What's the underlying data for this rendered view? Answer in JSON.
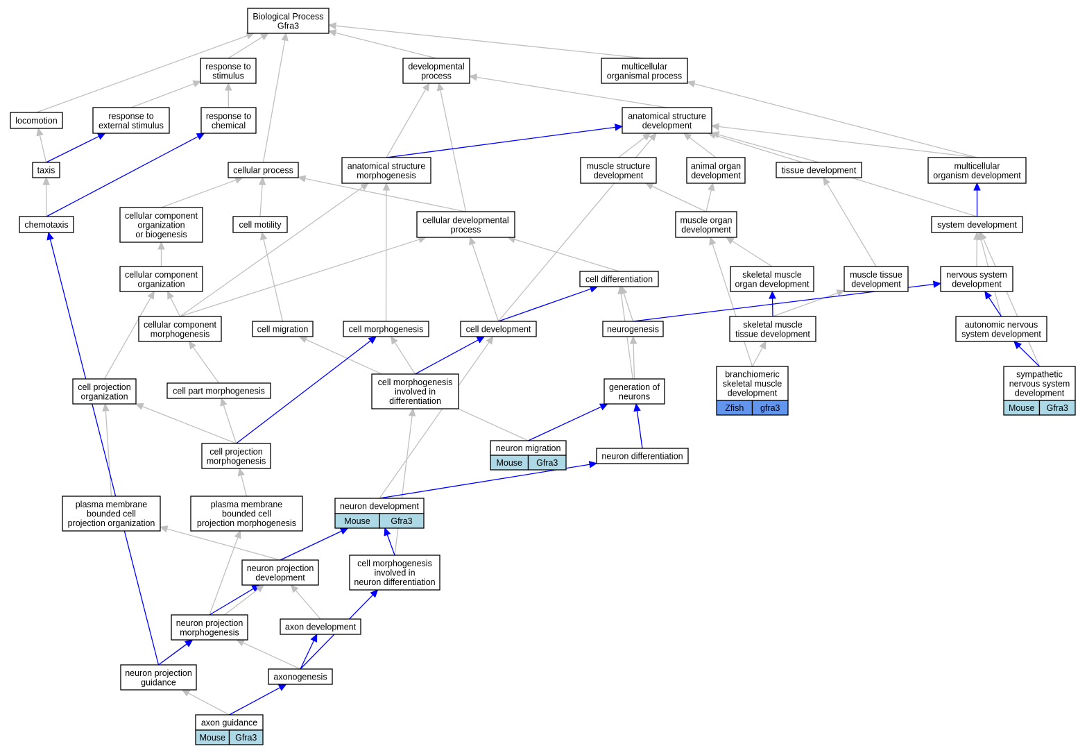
{
  "graph": {
    "colors": {
      "is_a": "#c0c0c0",
      "part_of": "#0000ff",
      "mouse_badge": "#add8e6",
      "zfish_badge": "#6495ed"
    },
    "nodes": {
      "bp": {
        "lines": [
          "Biological Process",
          "Gfra3"
        ]
      },
      "resp_stim": {
        "lines": [
          "response to",
          "stimulus"
        ]
      },
      "dev_proc": {
        "lines": [
          "developmental",
          "process"
        ]
      },
      "multi_org_proc": {
        "lines": [
          "multicellular",
          "organismal process"
        ]
      },
      "locomotion": {
        "lines": [
          "locomotion"
        ]
      },
      "resp_ext": {
        "lines": [
          "response to",
          "external stimulus"
        ]
      },
      "resp_chem": {
        "lines": [
          "response to",
          "chemical"
        ]
      },
      "anat_dev": {
        "lines": [
          "anatomical structure",
          "development"
        ]
      },
      "taxis": {
        "lines": [
          "taxis"
        ]
      },
      "cell_proc": {
        "lines": [
          "cellular process"
        ]
      },
      "anat_morph": {
        "lines": [
          "anatomical structure",
          "morphogenesis"
        ]
      },
      "musc_struct": {
        "lines": [
          "muscle structure",
          "development"
        ]
      },
      "animal_organ": {
        "lines": [
          "animal organ",
          "development"
        ]
      },
      "tissue_dev": {
        "lines": [
          "tissue development"
        ]
      },
      "multi_org_dev": {
        "lines": [
          "multicellular",
          "organism development"
        ]
      },
      "chemotaxis": {
        "lines": [
          "chemotaxis"
        ]
      },
      "cc_org_bio": {
        "lines": [
          "cellular component",
          "organization",
          "or biogenesis"
        ]
      },
      "cell_motility": {
        "lines": [
          "cell motility"
        ]
      },
      "cell_dev_proc": {
        "lines": [
          "cellular developmental",
          "process"
        ]
      },
      "muscle_organ": {
        "lines": [
          "muscle organ",
          "development"
        ]
      },
      "system_dev": {
        "lines": [
          "system development"
        ]
      },
      "cc_org": {
        "lines": [
          "cellular component",
          "organization"
        ]
      },
      "cell_diff": {
        "lines": [
          "cell differentiation"
        ]
      },
      "skel_organ": {
        "lines": [
          "skeletal muscle",
          "organ development"
        ]
      },
      "musc_tissue": {
        "lines": [
          "muscle tissue",
          "development"
        ]
      },
      "nerv_sys": {
        "lines": [
          "nervous system",
          "development"
        ]
      },
      "cc_morph": {
        "lines": [
          "cellular component",
          "morphogenesis"
        ]
      },
      "cell_migration": {
        "lines": [
          "cell migration"
        ]
      },
      "cell_morph": {
        "lines": [
          "cell morphogenesis"
        ]
      },
      "cell_development": {
        "lines": [
          "cell development"
        ]
      },
      "neurogenesis": {
        "lines": [
          "neurogenesis"
        ]
      },
      "skel_tissue": {
        "lines": [
          "skeletal muscle",
          "tissue development"
        ]
      },
      "auto_nerv": {
        "lines": [
          "autonomic nervous",
          "system development"
        ]
      },
      "cell_morph_diff": {
        "lines": [
          "cell morphogenesis",
          "involved in",
          "differentiation"
        ]
      },
      "branchio": {
        "lines": [
          "branchiomeric",
          "skeletal muscle",
          "development"
        ],
        "badges": [
          "Zfish",
          "gfra3"
        ]
      },
      "symp_nerv": {
        "lines": [
          "sympathetic",
          "nervous system",
          "development"
        ],
        "badges": [
          "Mouse",
          "Gfra3"
        ]
      },
      "cell_proj_org": {
        "lines": [
          "cell projection",
          "organization"
        ]
      },
      "cell_part_morph": {
        "lines": [
          "cell part morphogenesis"
        ]
      },
      "gen_neurons": {
        "lines": [
          "generation of",
          "neurons"
        ]
      },
      "cell_proj_morph": {
        "lines": [
          "cell projection",
          "morphogenesis"
        ]
      },
      "neuron_migration": {
        "lines": [
          "neuron migration"
        ],
        "badges": [
          "Mouse",
          "Gfra3"
        ]
      },
      "neuron_diff": {
        "lines": [
          "neuron differentiation"
        ]
      },
      "pm_proj_org": {
        "lines": [
          "plasma membrane",
          "bounded cell",
          "projection organization"
        ]
      },
      "pm_proj_morph": {
        "lines": [
          "plasma membrane",
          "bounded cell",
          "projection morphogenesis"
        ]
      },
      "neuron_dev": {
        "lines": [
          "neuron development"
        ],
        "badges": [
          "Mouse",
          "Gfra3"
        ]
      },
      "neuron_proj_dev": {
        "lines": [
          "neuron projection",
          "development"
        ]
      },
      "cell_morph_neuron_diff": {
        "lines": [
          "cell morphogenesis",
          "involved in",
          "neuron differentiation"
        ]
      },
      "neuron_proj_morph": {
        "lines": [
          "neuron projection",
          "morphogenesis"
        ]
      },
      "axon_dev": {
        "lines": [
          "axon development"
        ]
      },
      "neuron_proj_guid": {
        "lines": [
          "neuron projection",
          "guidance"
        ]
      },
      "axonogenesis": {
        "lines": [
          "axonogenesis"
        ]
      },
      "axon_guidance": {
        "lines": [
          "axon guidance"
        ],
        "badges": [
          "Mouse",
          "Gfra3"
        ]
      }
    },
    "edges": [
      {
        "from": "resp_stim",
        "to": "bp",
        "kind": "is_a"
      },
      {
        "from": "dev_proc",
        "to": "bp",
        "kind": "is_a"
      },
      {
        "from": "multi_org_proc",
        "to": "bp",
        "kind": "is_a"
      },
      {
        "from": "locomotion",
        "to": "bp",
        "kind": "is_a"
      },
      {
        "from": "cell_proc",
        "to": "bp",
        "kind": "is_a"
      },
      {
        "from": "resp_ext",
        "to": "resp_stim",
        "kind": "is_a"
      },
      {
        "from": "resp_chem",
        "to": "resp_stim",
        "kind": "is_a"
      },
      {
        "from": "anat_dev",
        "to": "dev_proc",
        "kind": "is_a"
      },
      {
        "from": "anat_morph",
        "to": "dev_proc",
        "kind": "is_a"
      },
      {
        "from": "cell_dev_proc",
        "to": "dev_proc",
        "kind": "is_a"
      },
      {
        "from": "multi_org_dev",
        "to": "multi_org_proc",
        "kind": "is_a"
      },
      {
        "from": "taxis",
        "to": "locomotion",
        "kind": "is_a"
      },
      {
        "from": "taxis",
        "to": "resp_ext",
        "kind": "part_of"
      },
      {
        "from": "chemotaxis",
        "to": "resp_chem",
        "kind": "part_of"
      },
      {
        "from": "chemotaxis",
        "to": "taxis",
        "kind": "is_a"
      },
      {
        "from": "anat_morph",
        "to": "anat_dev",
        "kind": "part_of"
      },
      {
        "from": "musc_struct",
        "to": "anat_dev",
        "kind": "is_a"
      },
      {
        "from": "animal_organ",
        "to": "anat_dev",
        "kind": "is_a"
      },
      {
        "from": "tissue_dev",
        "to": "anat_dev",
        "kind": "is_a"
      },
      {
        "from": "multi_org_dev",
        "to": "anat_dev",
        "kind": "is_a"
      },
      {
        "from": "system_dev",
        "to": "anat_dev",
        "kind": "is_a"
      },
      {
        "from": "cell_development",
        "to": "anat_dev",
        "kind": "is_a"
      },
      {
        "from": "cc_org_bio",
        "to": "cell_proc",
        "kind": "is_a"
      },
      {
        "from": "cell_motility",
        "to": "cell_proc",
        "kind": "is_a"
      },
      {
        "from": "cell_dev_proc",
        "to": "cell_proc",
        "kind": "is_a"
      },
      {
        "from": "muscle_organ",
        "to": "musc_struct",
        "kind": "is_a"
      },
      {
        "from": "muscle_organ",
        "to": "animal_organ",
        "kind": "is_a"
      },
      {
        "from": "musc_tissue",
        "to": "tissue_dev",
        "kind": "is_a"
      },
      {
        "from": "system_dev",
        "to": "multi_org_dev",
        "kind": "part_of"
      },
      {
        "from": "cc_morph",
        "to": "anat_morph",
        "kind": "is_a"
      },
      {
        "from": "cell_morph",
        "to": "anat_morph",
        "kind": "is_a"
      },
      {
        "from": "cc_org",
        "to": "cc_org_bio",
        "kind": "is_a"
      },
      {
        "from": "cell_migration",
        "to": "cell_motility",
        "kind": "is_a"
      },
      {
        "from": "cell_diff",
        "to": "cell_dev_proc",
        "kind": "is_a"
      },
      {
        "from": "cell_development",
        "to": "cell_dev_proc",
        "kind": "is_a"
      },
      {
        "from": "cc_morph",
        "to": "cell_dev_proc",
        "kind": "is_a"
      },
      {
        "from": "skel_organ",
        "to": "muscle_organ",
        "kind": "is_a"
      },
      {
        "from": "branchio",
        "to": "muscle_organ",
        "kind": "is_a"
      },
      {
        "from": "nerv_sys",
        "to": "system_dev",
        "kind": "is_a"
      },
      {
        "from": "auto_nerv",
        "to": "system_dev",
        "kind": "is_a"
      },
      {
        "from": "symp_nerv",
        "to": "system_dev",
        "kind": "is_a"
      },
      {
        "from": "cc_morph",
        "to": "cc_org",
        "kind": "is_a"
      },
      {
        "from": "cell_proj_org",
        "to": "cc_org",
        "kind": "is_a"
      },
      {
        "from": "cell_development",
        "to": "cell_diff",
        "kind": "part_of"
      },
      {
        "from": "neurogenesis",
        "to": "cell_diff",
        "kind": "is_a"
      },
      {
        "from": "neuron_diff",
        "to": "cell_diff",
        "kind": "is_a"
      },
      {
        "from": "skel_tissue",
        "to": "skel_organ",
        "kind": "part_of"
      },
      {
        "from": "skel_tissue",
        "to": "musc_tissue",
        "kind": "is_a"
      },
      {
        "from": "neurogenesis",
        "to": "nerv_sys",
        "kind": "part_of"
      },
      {
        "from": "auto_nerv",
        "to": "nerv_sys",
        "kind": "part_of"
      },
      {
        "from": "cell_part_morph",
        "to": "cc_morph",
        "kind": "is_a"
      },
      {
        "from": "neuron_migration",
        "to": "cell_migration",
        "kind": "is_a"
      },
      {
        "from": "cell_proj_morph",
        "to": "cell_morph",
        "kind": "part_of"
      },
      {
        "from": "cell_morph_diff",
        "to": "cell_morph",
        "kind": "is_a"
      },
      {
        "from": "cell_morph_diff",
        "to": "cell_development",
        "kind": "part_of"
      },
      {
        "from": "neuron_dev",
        "to": "cell_development",
        "kind": "is_a"
      },
      {
        "from": "gen_neurons",
        "to": "neurogenesis",
        "kind": "is_a"
      },
      {
        "from": "branchio",
        "to": "skel_tissue",
        "kind": "is_a"
      },
      {
        "from": "symp_nerv",
        "to": "auto_nerv",
        "kind": "part_of"
      },
      {
        "from": "cell_morph_neuron_diff",
        "to": "cell_morph_diff",
        "kind": "is_a"
      },
      {
        "from": "cell_proj_morph",
        "to": "cell_proj_org",
        "kind": "is_a"
      },
      {
        "from": "pm_proj_org",
        "to": "cell_proj_org",
        "kind": "is_a"
      },
      {
        "from": "cell_proj_morph",
        "to": "cell_part_morph",
        "kind": "is_a"
      },
      {
        "from": "neuron_migration",
        "to": "gen_neurons",
        "kind": "part_of"
      },
      {
        "from": "neuron_diff",
        "to": "gen_neurons",
        "kind": "part_of"
      },
      {
        "from": "pm_proj_morph",
        "to": "cell_proj_morph",
        "kind": "is_a"
      },
      {
        "from": "neuron_dev",
        "to": "neuron_diff",
        "kind": "part_of"
      },
      {
        "from": "neuron_proj_dev",
        "to": "pm_proj_org",
        "kind": "is_a"
      },
      {
        "from": "neuron_proj_morph",
        "to": "pm_proj_morph",
        "kind": "is_a"
      },
      {
        "from": "neuron_proj_dev",
        "to": "neuron_dev",
        "kind": "part_of"
      },
      {
        "from": "cell_morph_neuron_diff",
        "to": "neuron_dev",
        "kind": "part_of"
      },
      {
        "from": "neuron_proj_morph",
        "to": "neuron_proj_dev",
        "kind": "part_of"
      },
      {
        "from": "axon_dev",
        "to": "neuron_proj_dev",
        "kind": "is_a"
      },
      {
        "from": "neuron_proj_guid",
        "to": "neuron_proj_dev",
        "kind": "is_a"
      },
      {
        "from": "axonogenesis",
        "to": "cell_morph_neuron_diff",
        "kind": "part_of"
      },
      {
        "from": "neuron_proj_guid",
        "to": "neuron_proj_morph",
        "kind": "part_of"
      },
      {
        "from": "axonogenesis",
        "to": "neuron_proj_morph",
        "kind": "is_a"
      },
      {
        "from": "axonogenesis",
        "to": "axon_dev",
        "kind": "part_of"
      },
      {
        "from": "neuron_proj_guid",
        "to": "chemotaxis",
        "kind": "part_of"
      },
      {
        "from": "axon_guidance",
        "to": "neuron_proj_guid",
        "kind": "is_a"
      },
      {
        "from": "axon_guidance",
        "to": "axonogenesis",
        "kind": "part_of"
      }
    ]
  }
}
